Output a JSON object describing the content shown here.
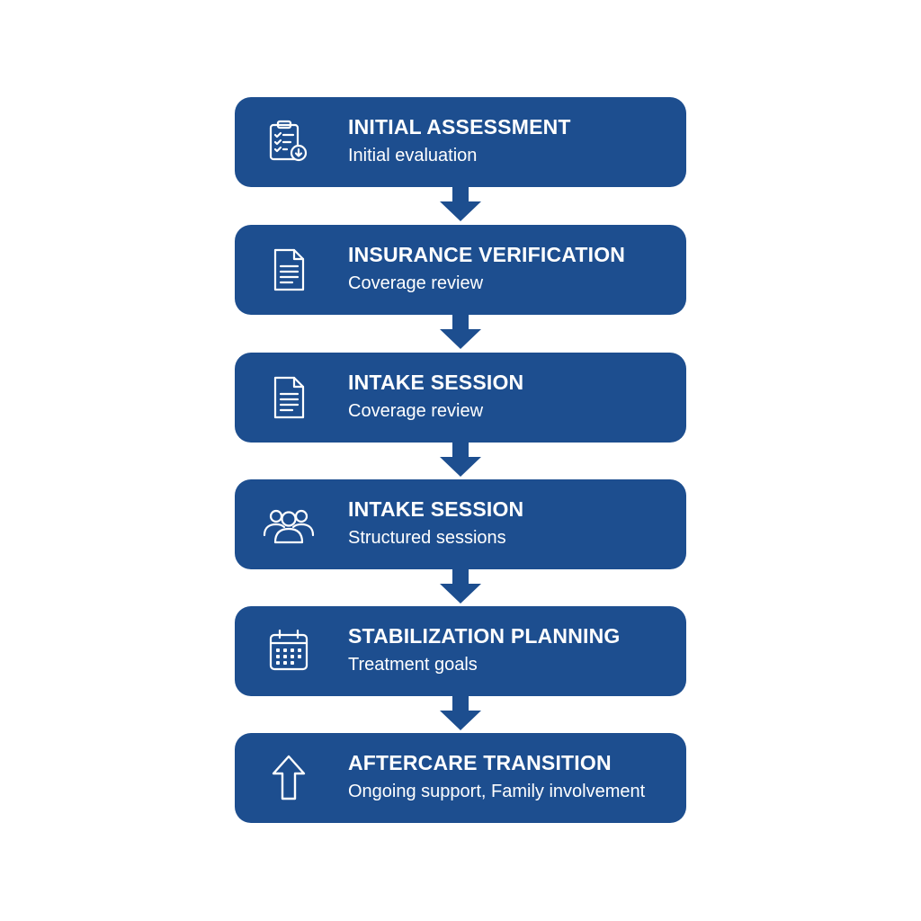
{
  "colors": {
    "box": "#1d4e8f",
    "text": "#ffffff",
    "background": "#ffffff"
  },
  "steps": [
    {
      "title": "INITIAL ASSESSMENT",
      "subtitle": "Initial evaluation",
      "icon": "clipboard-check-icon"
    },
    {
      "title": "INSURANCE VERIFICATION",
      "subtitle": "Coverage review",
      "icon": "document-icon"
    },
    {
      "title": "INTAKE SESSION",
      "subtitle": "Coverage review",
      "icon": "document-icon"
    },
    {
      "title": "INTAKE SESSION",
      "subtitle": "Structured sessions",
      "icon": "group-icon"
    },
    {
      "title": "STABILIZATION PLANNING",
      "subtitle": "Treatment goals",
      "icon": "calendar-icon"
    },
    {
      "title": "AFTERCARE TRANSITION",
      "subtitle": "Ongoing support, Family involvement",
      "icon": "arrow-up-icon"
    }
  ]
}
